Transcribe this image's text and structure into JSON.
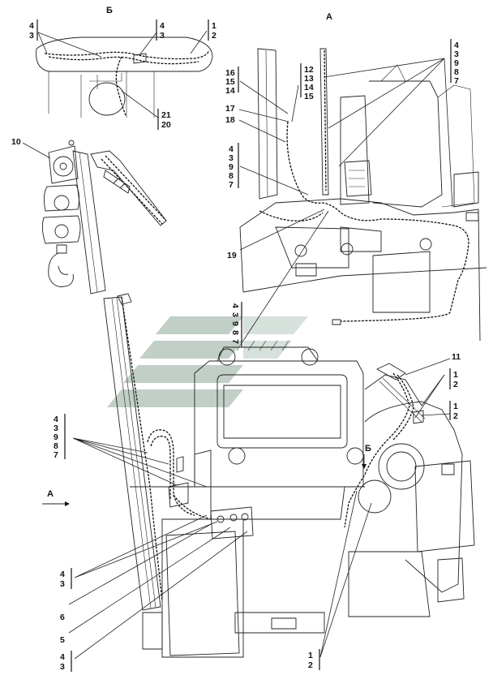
{
  "views": {
    "view_b_title": "Б",
    "view_a_title": "А",
    "arrow_a_label": "А",
    "arrow_b_label": "Б"
  },
  "callouts": {
    "b_left": [
      "4",
      "3"
    ],
    "b_mid": [
      "4",
      "3"
    ],
    "b_right": [
      "1",
      "2"
    ],
    "b_bottom": [
      "21",
      "20"
    ],
    "a_top_right": [
      "4",
      "3",
      "9",
      "8",
      "7"
    ],
    "a_16_15_14": [
      "16",
      "15",
      "14"
    ],
    "a_12_13_14_15": [
      "12",
      "13",
      "14",
      "15"
    ],
    "a_17": "17",
    "a_18": "18",
    "a_left_stack": [
      "4",
      "3",
      "9",
      "8",
      "7"
    ],
    "a_19": "19",
    "a_rotated_stack": [
      "4",
      "3",
      "9",
      "8",
      "7"
    ],
    "hook_10": "10",
    "main_11": "11",
    "main_1_2_upper": [
      "1",
      "2"
    ],
    "main_1_2_mid": [
      "1",
      "2"
    ],
    "main_left_stack": [
      "4",
      "3",
      "9",
      "8",
      "7"
    ],
    "main_4_3_lower": [
      "4",
      "3"
    ],
    "main_6": "6",
    "main_5": "5",
    "main_4_3_bottom": [
      "4",
      "3"
    ],
    "main_1_2_bottom": [
      "1",
      "2"
    ]
  },
  "colors": {
    "ink": "#111111",
    "watermark": "#8fa89a"
  }
}
